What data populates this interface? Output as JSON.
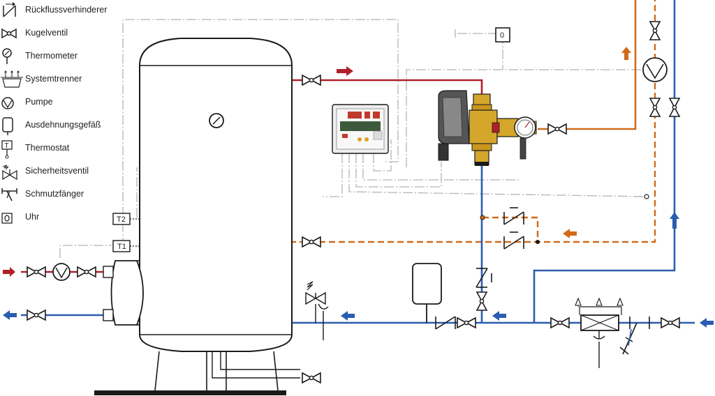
{
  "legend": {
    "items": [
      {
        "icon": "check-valve-icon",
        "label": "Rückflussverhinderer"
      },
      {
        "icon": "ball-valve-icon",
        "label": "Kugelventil"
      },
      {
        "icon": "thermometer-icon",
        "label": "Thermometer"
      },
      {
        "icon": "system-separator-icon",
        "label": "Systemtrenner"
      },
      {
        "icon": "pump-icon",
        "label": "Pumpe"
      },
      {
        "icon": "expansion-vessel-icon",
        "label": "Ausdehnungsgefäß"
      },
      {
        "icon": "thermostat-icon",
        "label": "Thermostat"
      },
      {
        "icon": "safety-valve-icon",
        "label": "Sicherheitsventil"
      },
      {
        "icon": "dirt-trap-icon",
        "label": "Schmutzfänger"
      },
      {
        "icon": "clock-icon",
        "label": "Uhr"
      }
    ]
  },
  "diagram": {
    "thermostat_labels": [
      "T2",
      "T1"
    ],
    "clock_symbol": "0",
    "colors": {
      "hot": "#b0202a",
      "cold": "#2a5db0",
      "circulation": "#d06a1a",
      "control": "#b4b4b4",
      "outline": "#1a1a1a",
      "brass": "#d4a72c"
    }
  }
}
